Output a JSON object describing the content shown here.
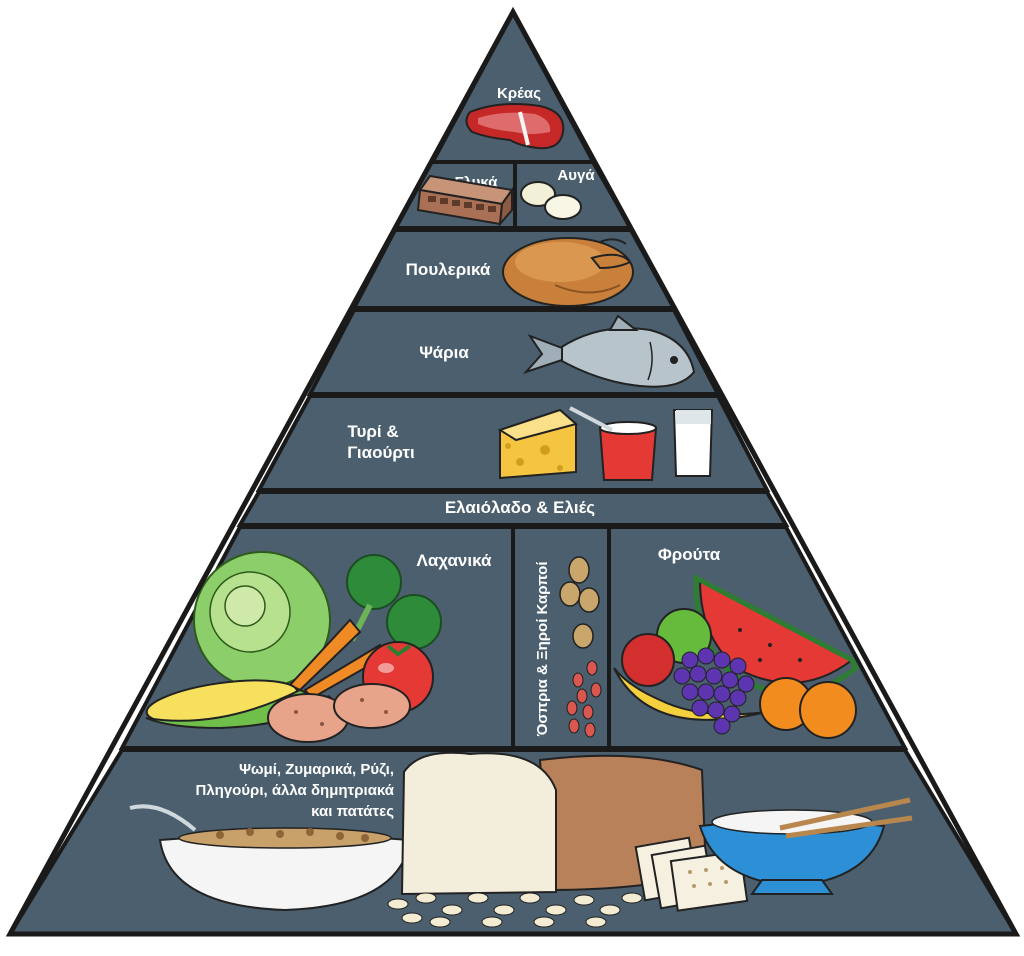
{
  "pyramid": {
    "colors": {
      "band_fill": "#4b5f6e",
      "outline": "#1a1a1a",
      "label": "#ffffff"
    },
    "tiers": {
      "meat": "Κρέας",
      "sweets": "Γλυκά",
      "eggs": "Αυγά",
      "poultry": "Πουλερικά",
      "fish": "Ψάρια",
      "dairy_line1": "Τυρί &",
      "dairy_line2": "Γιαούρτι",
      "olive_oil": "Ελαιόλαδο & Ελιές",
      "vegetables": "Λαχανικά",
      "legumes_nuts": "Όσπρια & Ξηροί Καρποί",
      "fruits": "Φρούτα",
      "grains_line1": "Ψωμί, Ζυμαρικά, Ρύζι,",
      "grains_line2": "Πληγούρι, άλλα δημητριακά",
      "grains_line3": "και πατάτες"
    },
    "icons": [
      "steak-icon",
      "chocolate-bar-icon",
      "eggs-icon",
      "roast-chicken-icon",
      "fish-icon",
      "cheese-icon",
      "yogurt-cup-icon",
      "milk-glass-icon",
      "cabbage-icon",
      "broccoli-icon",
      "carrot-icon",
      "tomato-icon",
      "corn-icon",
      "potato-icon",
      "walnut-icon",
      "beans-icon",
      "apple-icon",
      "watermelon-icon",
      "grapes-icon",
      "orange-icon",
      "banana-icon",
      "cereal-bowl-icon",
      "bread-loaf-icon",
      "crackers-icon",
      "rice-bowl-icon",
      "pasta-icon"
    ]
  }
}
